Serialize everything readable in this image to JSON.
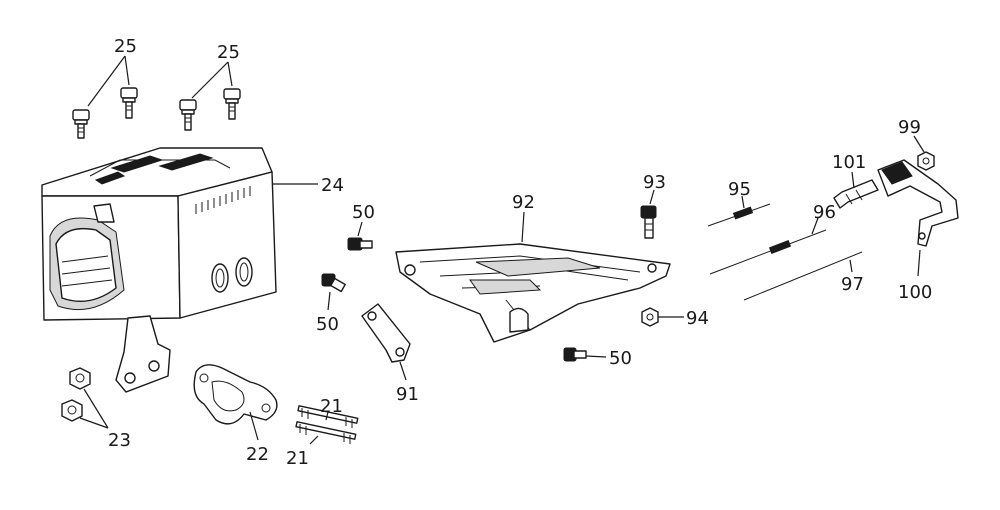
{
  "diagram": {
    "callouts": {
      "c25a": "25",
      "c25b": "25",
      "c24": "24",
      "c23": "23",
      "c22": "22",
      "c21a": "21",
      "c21b": "21",
      "c50a": "50",
      "c50b": "50",
      "c50c": "50",
      "c91": "91",
      "c92": "92",
      "c93": "93",
      "c94": "94",
      "c95": "95",
      "c96": "96",
      "c97": "97",
      "c99": "99",
      "c100": "100",
      "c101": "101"
    }
  }
}
